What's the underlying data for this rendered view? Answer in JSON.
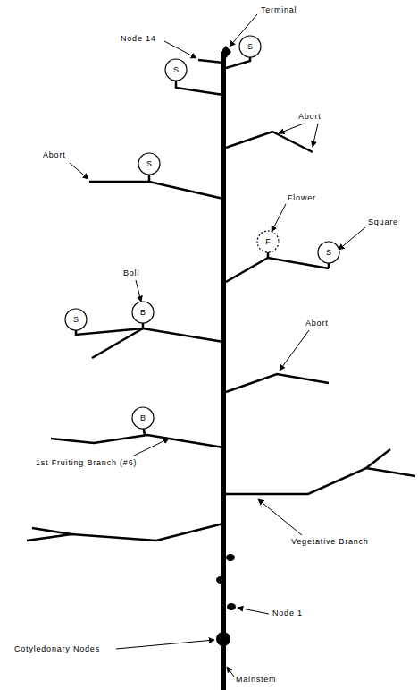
{
  "diagram": {
    "nodes": [
      {
        "text": [
          "S"
        ]
      },
      {
        "text": [
          "S"
        ]
      },
      {
        "text": [
          "S"
        ]
      },
      {
        "text": [
          "F"
        ]
      },
      {
        "text": [
          "S"
        ]
      },
      {
        "text": [
          "S"
        ]
      },
      {
        "text": [
          "B"
        ]
      },
      {
        "text": [
          "B"
        ]
      }
    ],
    "labels": [
      "Terminal",
      "Node 14",
      "Abort",
      "Abort",
      "Flower",
      "Square",
      "Boll",
      "Abort",
      "1st Fruiting Branch (#6)",
      "Vegetative Branch",
      "Node 1",
      "Cotyledonary Nodes",
      "Mainstem"
    ]
  }
}
